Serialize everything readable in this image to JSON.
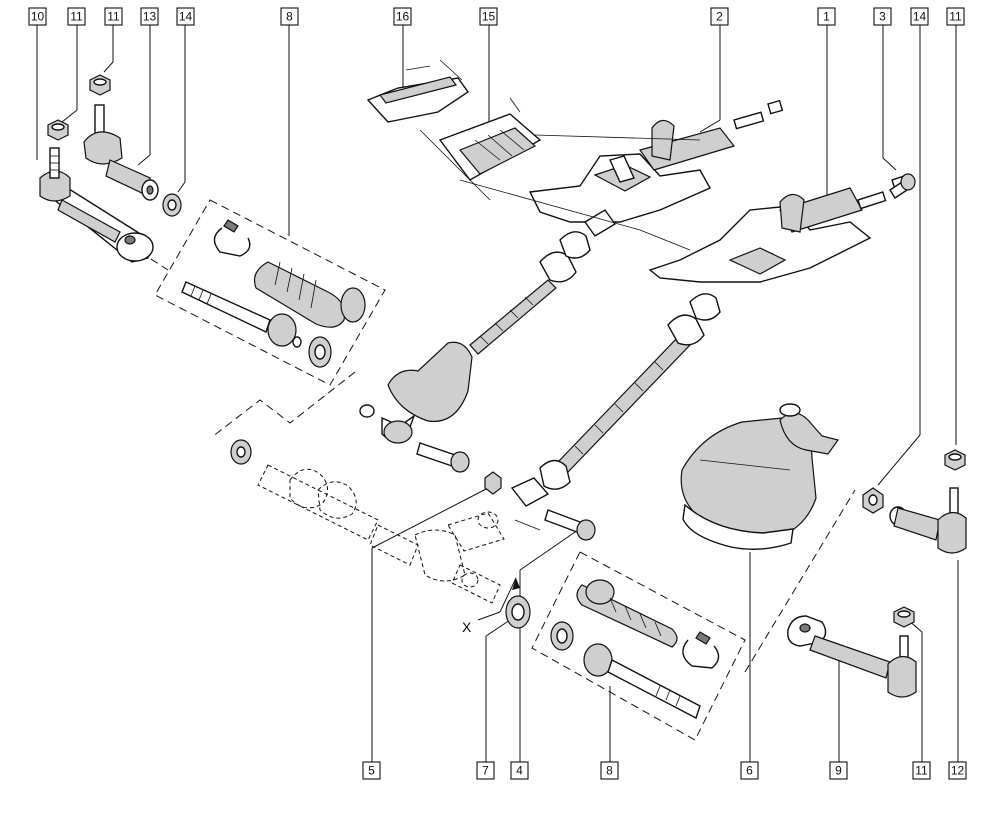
{
  "diagram": {
    "callouts": {
      "c10_top": "10",
      "c11_top_a": "11",
      "c11_top_b": "11",
      "c13_top": "13",
      "c14_top_left": "14",
      "c8_top": "8",
      "c16_top": "16",
      "c15_top": "15",
      "c2_top": "2",
      "c1_top": "1",
      "c3_top": "3",
      "c14_top_right": "14",
      "c11_top_right": "11",
      "c5_bottom": "5",
      "c7_bottom": "7",
      "c4_bottom": "4",
      "c8_bottom": "8",
      "c6_bottom": "6",
      "c9_bottom": "9",
      "c11_bottom": "11",
      "c12_bottom": "12"
    },
    "view_label": "X"
  }
}
